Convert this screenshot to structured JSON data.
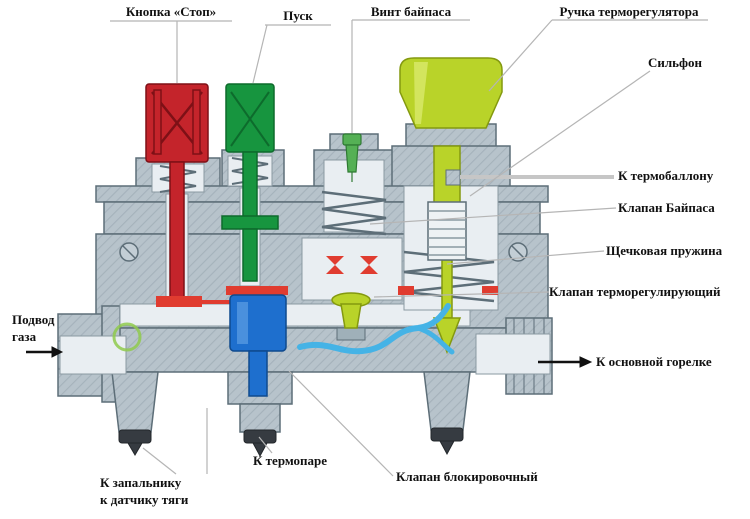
{
  "labels": {
    "stop_button": "Кнопка «Стоп»",
    "start_button": "Пуск",
    "bypass_screw": "Винт байпаса",
    "thermostat_knob": "Ручка терморегулятора",
    "bellows": "Сильфон",
    "to_thermal_bulb": "К термобаллону",
    "bypass_valve": "Клапан Байпаса",
    "cheek_spring": "Щечковая пружина",
    "thermoregulating_valve": "Клапан терморегулирующий",
    "to_main_burner": "К основной горелке",
    "gas_supply_line1": "Подвод",
    "gas_supply_line2": "газа",
    "to_pilot_line1": "К запальнику",
    "to_pilot_line2": "к датчику тяги",
    "to_thermocouple": "К термопаре",
    "blocking_valve": "Клапан блокировочный"
  },
  "colors": {
    "stop_red": "#c4242b",
    "start_green": "#17953f",
    "screw_green": "#55b055",
    "knob_chartreuse": "#b9d329",
    "blocking_blue": "#1e6fce",
    "gas_flow_blue": "#45b3e6",
    "seal_red": "#e03c30",
    "body_gray": "#b7c3cb"
  }
}
